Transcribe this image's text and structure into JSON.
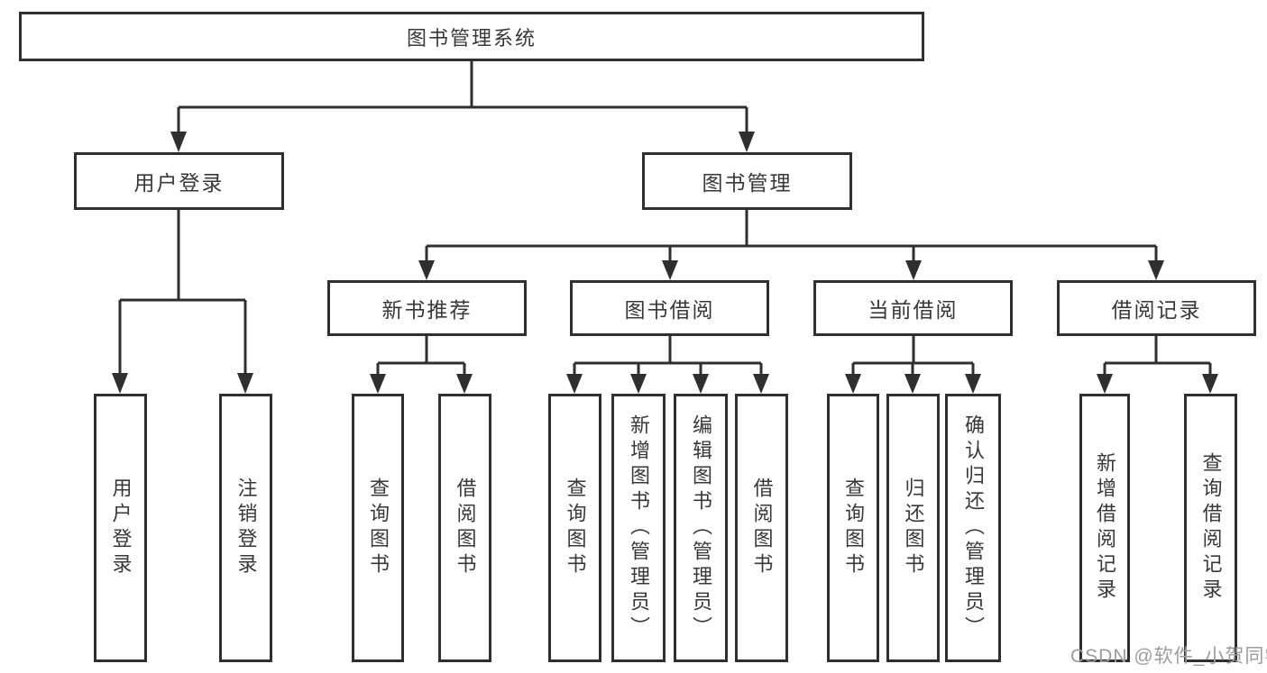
{
  "watermark": {
    "text": "CSDN @软件_小贺同学"
  },
  "colors": {
    "line": "#2f2f2f",
    "box_border": "#2f2f2f",
    "text": "#383838",
    "watermark": "#9c9c9c",
    "background": "#ffffff"
  },
  "tree": {
    "label": "图书管理系统",
    "children": [
      {
        "label": "用户登录",
        "children": [
          {
            "label": "用户登录"
          },
          {
            "label": "注销登录"
          }
        ]
      },
      {
        "label": "图书管理",
        "children": [
          {
            "label": "新书推荐",
            "children": [
              {
                "label": "查询图书"
              },
              {
                "label": "借阅图书"
              }
            ]
          },
          {
            "label": "图书借阅",
            "children": [
              {
                "label": "查询图书"
              },
              {
                "label": "新增图书（管理员）"
              },
              {
                "label": "编辑图书（管理员）"
              },
              {
                "label": "借阅图书"
              }
            ]
          },
          {
            "label": "当前借阅",
            "children": [
              {
                "label": "查询图书"
              },
              {
                "label": "归还图书"
              },
              {
                "label": "确认归还（管理员）"
              }
            ]
          },
          {
            "label": "借阅记录",
            "children": [
              {
                "label": "新增借阅记录"
              },
              {
                "label": "查询借阅记录"
              }
            ]
          }
        ]
      }
    ]
  }
}
